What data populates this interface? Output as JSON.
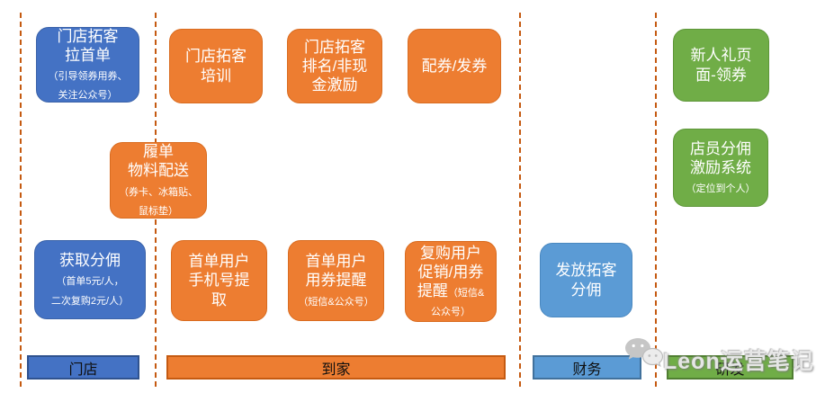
{
  "diagram": {
    "boxes": {
      "store_first_order": {
        "title": "门店拓客\n拉首单",
        "note": "\n（引导领券用券、\n关注公众号）"
      },
      "store_training": {
        "title": "门店拓客\n培训"
      },
      "store_ranking": {
        "title": "门店拓客\n排名/非现\n金激励"
      },
      "coupon_dispatch": {
        "title": "配券/发券"
      },
      "newcomer_gift": {
        "title": "新人礼页\n面-领券"
      },
      "fulfillment_materials": {
        "title": "履单\n物料配送",
        "note": "\n（券卡、冰箱贴、\n鼠标垫）"
      },
      "clerk_commission_system": {
        "title": "店员分佣\n激励系统",
        "note": "\n（定位到个人）"
      },
      "get_commission": {
        "title": "获取分佣",
        "note": "\n（首单5元/人，\n二次复购2元/人）"
      },
      "first_user_phone": {
        "title": "首单用户\n手机号提\n取"
      },
      "first_user_coupon_remind": {
        "title": "首单用户\n用券提醒",
        "note": "\n（短信&公众号）"
      },
      "repurchase_remind": {
        "title": "复购用户\n促销/用券\n提醒",
        "note": "（短信&\n公众号）"
      },
      "pay_commission": {
        "title": "发放拓客\n分佣"
      }
    },
    "lanes": {
      "store": "门店",
      "home": "到家",
      "finance": "财务",
      "rnd": "研发"
    },
    "colors": {
      "blue": "#4472C4",
      "light_blue": "#5B9BD5",
      "orange": "#ED7D31",
      "green": "#70AD47",
      "dash_line": "#C55A11"
    },
    "watermark": {
      "text": "Leon运营笔记",
      "icon": "wechat-icon"
    }
  }
}
